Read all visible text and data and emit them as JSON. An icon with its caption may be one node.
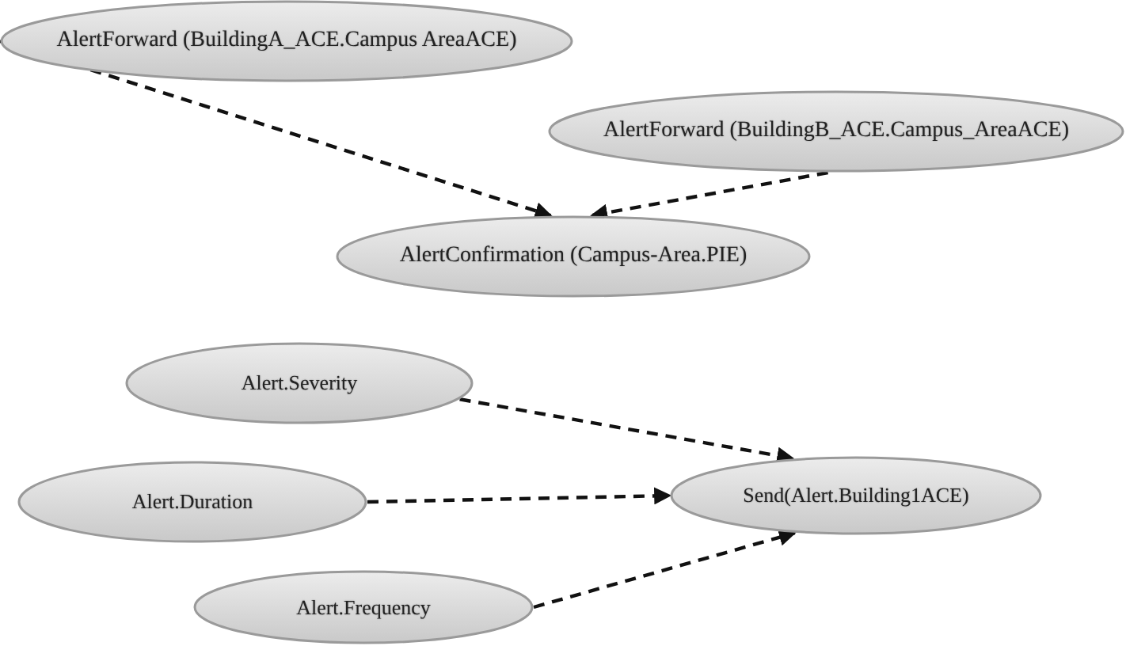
{
  "diagram": {
    "nodes": [
      {
        "text": [
          "AlertForward (BuildingA_ACE.Campus AreaACE)"
        ]
      },
      {
        "text": [
          "AlertForward (BuildingB_ACE.Campus_AreaACE)"
        ]
      },
      {
        "text": [
          "AlertConfirmation (Campus-Area.PIE)"
        ]
      },
      {
        "text": [
          "Alert.Severity"
        ]
      },
      {
        "text": [
          "Alert.Duration"
        ]
      },
      {
        "text": [
          "Alert.Frequency"
        ]
      },
      {
        "text": [
          "Send(Alert.Building1ACE)"
        ]
      }
    ],
    "edges": [
      {
        "from": 0,
        "to": 2,
        "arrow": "to",
        "style": "dashed"
      },
      {
        "from": 1,
        "to": 2,
        "arrow": "to",
        "style": "dashed"
      },
      {
        "from": 3,
        "to": 6,
        "arrow": "to",
        "style": "dashed"
      },
      {
        "from": 4,
        "to": 6,
        "arrow": "to",
        "style": "dashed"
      },
      {
        "from": 5,
        "to": 6,
        "arrow": "to",
        "style": "dashed"
      }
    ]
  }
}
